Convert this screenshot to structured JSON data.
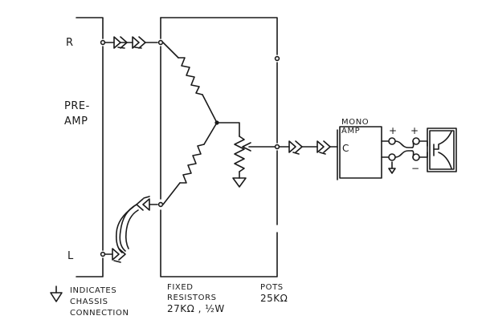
{
  "preamp": {
    "label_line1": "PRE-",
    "label_line2": "AMP",
    "right_channel": "R",
    "left_channel": "L"
  },
  "mono_amp": {
    "label_line1": "MONO",
    "label_line2": "AMP",
    "input": "C"
  },
  "speaker_terminals": {
    "plus_left": "+",
    "plus_right": "+",
    "minus": "−"
  },
  "legend": {
    "line1": "INDICATES",
    "line2": "CHASSIS",
    "line3": "CONNECTION"
  },
  "fixed_resistors": {
    "line1": "FIXED",
    "line2": "RESISTORS",
    "line3": "27KΩ , ½W"
  },
  "pots": {
    "line1": "POTS",
    "line2": "25KΩ"
  }
}
